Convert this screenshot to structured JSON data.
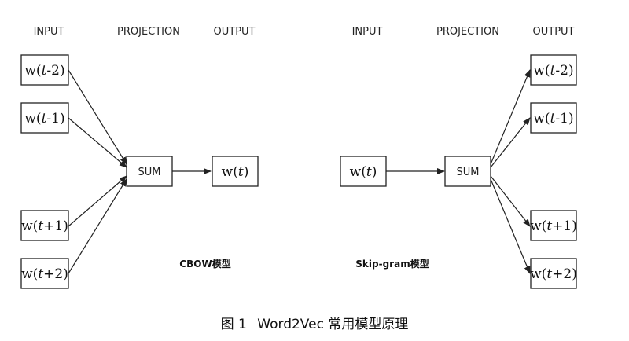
{
  "cbow": {
    "headers": {
      "input": "INPUT",
      "projection": "PROJECTION",
      "output": "OUTPUT"
    },
    "inputs": [
      {
        "pre": "w(",
        "t": "t",
        "post": "-2)"
      },
      {
        "pre": "w(",
        "t": "t",
        "post": "-1)"
      },
      {
        "pre": "w(",
        "t": "t",
        "post": "+1)"
      },
      {
        "pre": "w(",
        "t": "t",
        "post": "+2)"
      }
    ],
    "projection": "SUM",
    "output": {
      "pre": "w(",
      "t": "t",
      "post": ")"
    },
    "label": "CBOW模型"
  },
  "skipgram": {
    "headers": {
      "input": "INPUT",
      "projection": "PROJECTION",
      "output": "OUTPUT"
    },
    "input": {
      "pre": "w(",
      "t": "t",
      "post": ")"
    },
    "projection": "SUM",
    "outputs": [
      {
        "pre": "w(",
        "t": "t",
        "post": "-2)"
      },
      {
        "pre": "w(",
        "t": "t",
        "post": "-1)"
      },
      {
        "pre": "w(",
        "t": "t",
        "post": "+1)"
      },
      {
        "pre": "w(",
        "t": "t",
        "post": "+2)"
      }
    ],
    "label": "Skip-gram模型"
  },
  "caption": {
    "figure": "图 1",
    "text": "Word2Vec 常用模型原理"
  }
}
